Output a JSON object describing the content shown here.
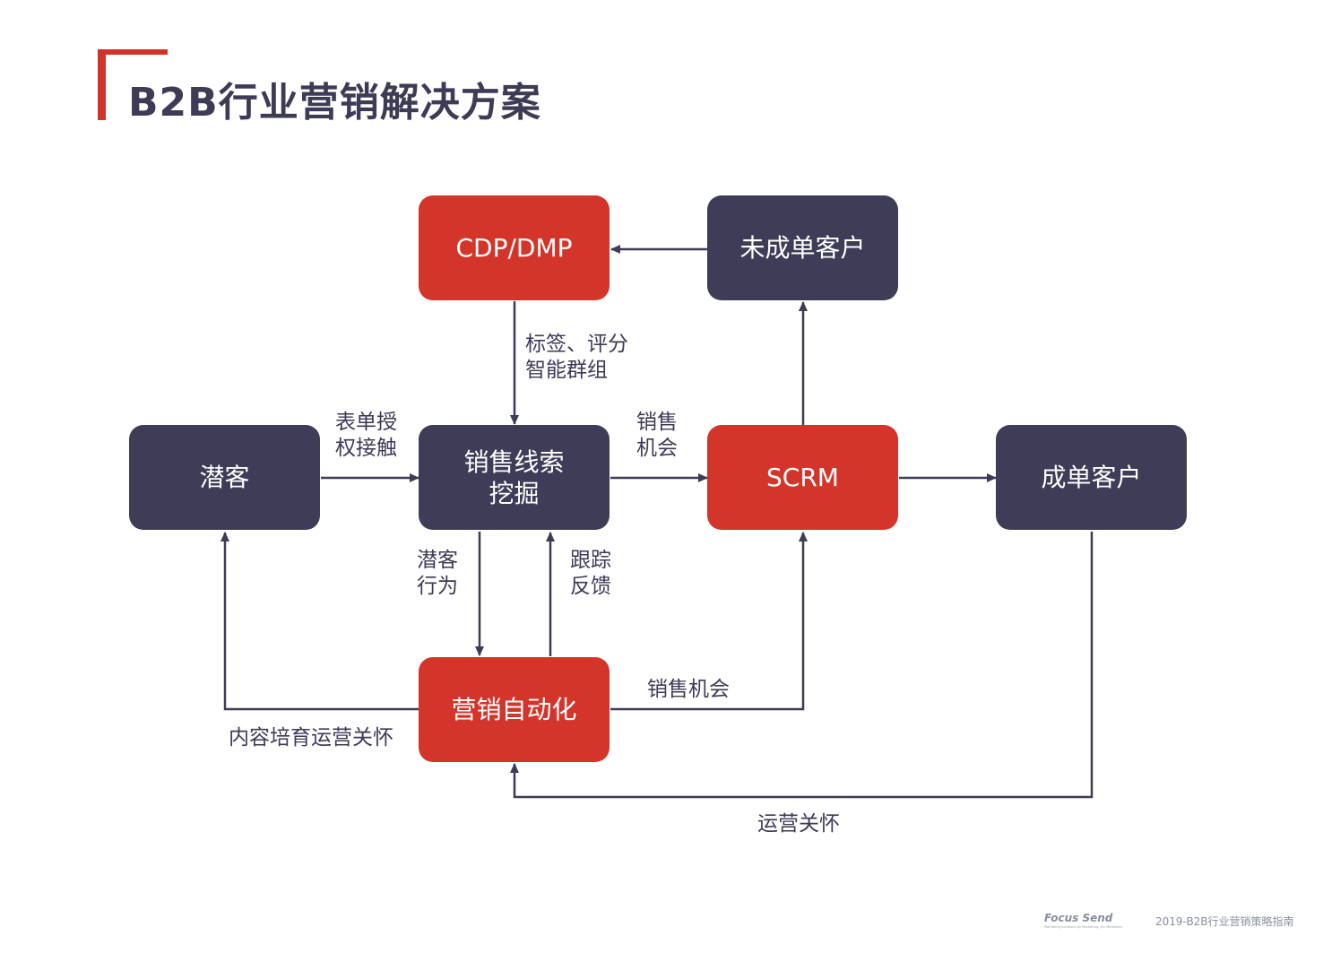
{
  "title": "B2B行业营销解决方案",
  "colors": {
    "accent": "#d4352a",
    "dark": "#3e3c56",
    "line": "#3d3b55"
  },
  "nodes": {
    "cdp": "CDP/DMP",
    "unclosed": "未成单客户",
    "prospect": "潜客",
    "leadmining": "销售线索\n挖掘",
    "scrm": "SCRM",
    "closed": "成单客户",
    "automation": "营销自动化"
  },
  "edges": {
    "tag_score": "标签、评分\n智能群组",
    "form_auth": "表单授\n权接触",
    "sales_opp_short": "销售\n机会",
    "prospect_behavior": "潜客\n行为",
    "tracking_feedback": "跟踪\n反馈",
    "sales_opp": "销售机会",
    "content_nurture": "内容培育运营关怀",
    "ops_care": "运营关怀"
  },
  "footer": {
    "logo_text": "Focus Send",
    "logo_tagline": "Marketing Solutions by Marketing, For Marketers",
    "doc_title": "2019-B2B行业营销策略指南"
  }
}
